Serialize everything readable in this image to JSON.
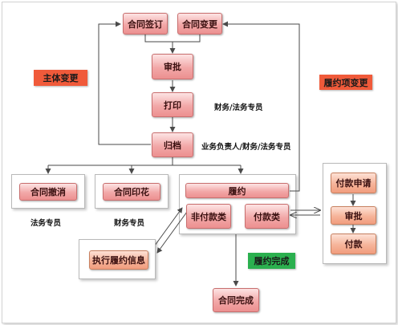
{
  "nodes": {
    "contract_sign": "合同签订",
    "contract_change": "合同变更",
    "approve": "审批",
    "print": "打印",
    "archive": "归档",
    "contract_cancel": "合同撤消",
    "contract_stamp": "合同印花",
    "perform": "履约",
    "non_payment": "非付款类",
    "payment": "付款类",
    "exec_info": "执行履约信息",
    "contract_complete": "合同完成",
    "pay_apply": "付款申请",
    "pay_approve": "审批",
    "pay": "付款"
  },
  "tags": {
    "subject_change": "主体变更",
    "perform_change": "履约项变更",
    "perform_complete": "履约完成"
  },
  "notes": {
    "print_role": "财务/法务专员",
    "archive_role": "业务负责人/财务/法务专员",
    "cancel_role": "法务专员",
    "stamp_role": "财务专员"
  },
  "colors": {
    "node_fill": "#f2a8a8",
    "node_border": "#c96e6e",
    "tag_red": "#f05a3a",
    "tag_green": "#2bb04f",
    "arrow": "#4a4a4a"
  }
}
